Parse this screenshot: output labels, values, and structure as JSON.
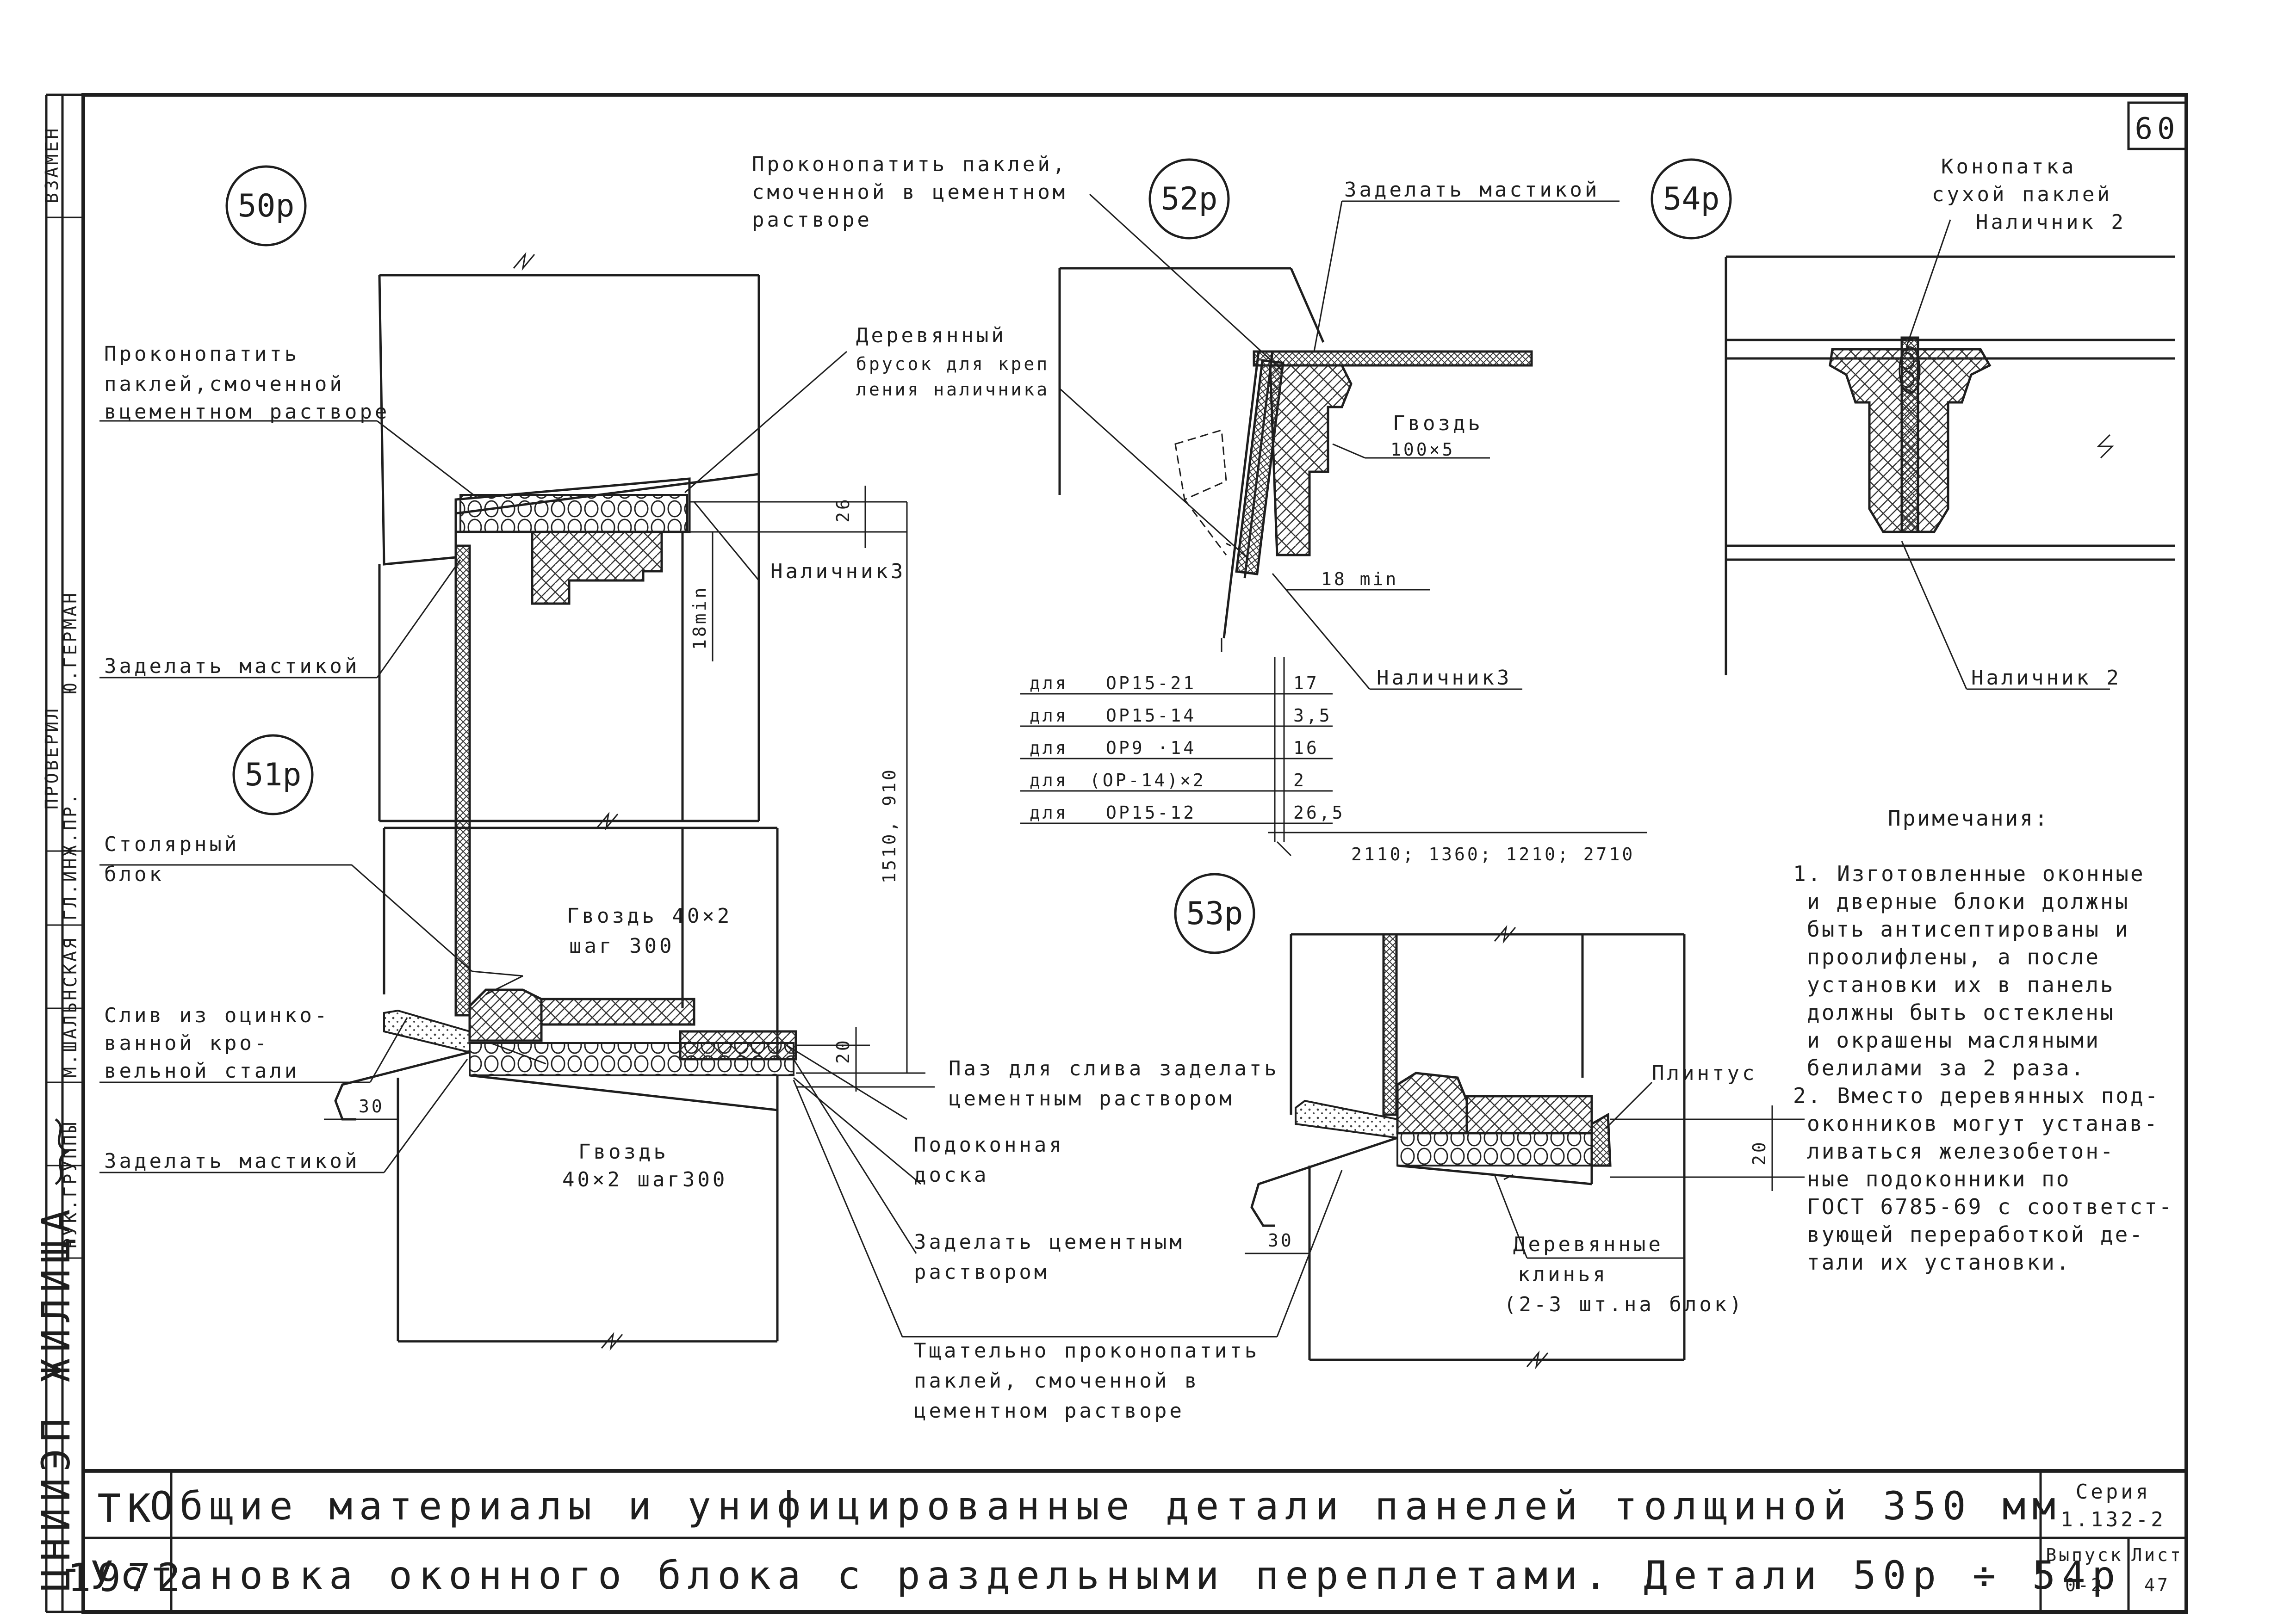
{
  "sheet": {
    "page_number": "60",
    "side_stamp": "ЦНИИЭП ЖИЛИЩА",
    "side_roles": [
      "ГЛ.ИНЖ.ПР.",
      "РУК.ГРУППЫ"
    ],
    "side_names": [
      "Ю.ГЕРМАН",
      "М.ШАЛЬНСКАЯ"
    ],
    "side_checked": "ПРОВЕРИЛ",
    "side_top": "ВЗАМЕН"
  },
  "details": {
    "d50": "50р",
    "d51": "51р",
    "d52": "52р",
    "d53": "53р",
    "d54": "54р"
  },
  "labels": {
    "l50_1": [
      "Проконопатить",
      "паклей,смоченной",
      "вцементном растворе"
    ],
    "l50_2": "Заделать мастикой",
    "l50_3": "Наличник3",
    "l50_4": [
      "Деревянный",
      "брусок для креп",
      "ления наличника"
    ],
    "l51_1": [
      "Столярный",
      "блок"
    ],
    "l51_2": [
      "Гвоздь 40×2",
      "шаг 300"
    ],
    "l51_3": [
      "Слив из оцинко-",
      "ванной кро-",
      "вельной стали"
    ],
    "l51_4": "Заделать мастикой",
    "l51_5": [
      "Гвоздь",
      "40×2 шаг300"
    ],
    "l51_6": [
      "Паз для слива заделать",
      "цементным раствором"
    ],
    "l51_7": [
      "Подоконная",
      "доска"
    ],
    "l51_8": [
      "Заделать цементным",
      "раствором"
    ],
    "l51_9": [
      "Тщательно проконопатить",
      "паклей, смоченной  в",
      "цементном растворе"
    ],
    "l52_1": [
      "Проконопатить паклей,",
      "смоченной в цементном",
      "растворе"
    ],
    "l52_2": "Заделать мастикой",
    "l52_3": [
      "Гвоздь",
      "100×5"
    ],
    "l52_4": "18 min",
    "l52_5": "Наличник3",
    "l53_1": "Плинтус",
    "l53_2": [
      "Деревянные",
      "клинья",
      "(2-3 шт.на блок)"
    ],
    "l54_1": [
      "Конопатка",
      "сухой паклей",
      "Наличник 2"
    ],
    "l54_2": "Наличник 2"
  },
  "dimensions": {
    "d26": "26",
    "d18min": "18min",
    "d1510": "1510, 910",
    "d20a": "20",
    "d30a": "30",
    "d30b": "30",
    "d20b": "20",
    "d_bottom": "2110; 1360; 1210; 2710"
  },
  "table": {
    "rows": [
      {
        "prefix": "для",
        "type": "ОР15-21",
        "value": "17"
      },
      {
        "prefix": "для",
        "type": "ОР15-14",
        "value": "3,5"
      },
      {
        "prefix": "для",
        "type": "ОР9 ·14",
        "value": "16"
      },
      {
        "prefix": "для",
        "type": "(ОР-14)×2",
        "value": "2"
      },
      {
        "prefix": "для",
        "type": "ОР15-12",
        "value": "26,5"
      }
    ]
  },
  "notes": {
    "title": "Примечания:",
    "n1": [
      "1. Изготовленные оконные",
      "и дверные блоки должны",
      "быть антисептированы и",
      "проолифлены, а после",
      "установки их в панель",
      "должны быть остеклены",
      "и окрашены масляными",
      "белилами за 2 раза."
    ],
    "n2": [
      "2. Вместо деревянных под-",
      "оконников могут устанав-",
      "ливаться железобетон-",
      "ные подоконники по",
      "ГОСТ 6785-69 с соответст-",
      "вующей переработкой де-",
      "тали их установки."
    ]
  },
  "title_block": {
    "org": "ТК",
    "year": "1972",
    "line1": "Общие материалы и унифицированные детали панелей толщиной 350 мм",
    "line2": "Установка оконного блока с раздельными переплетами.  Детали  50р ÷ 54р",
    "seria_label": "Серия",
    "seria_value": "1.132-2",
    "vypusk_label": "Выпуск",
    "vypusk_value": "0-2",
    "list_label": "Лист",
    "list_value": "47"
  }
}
